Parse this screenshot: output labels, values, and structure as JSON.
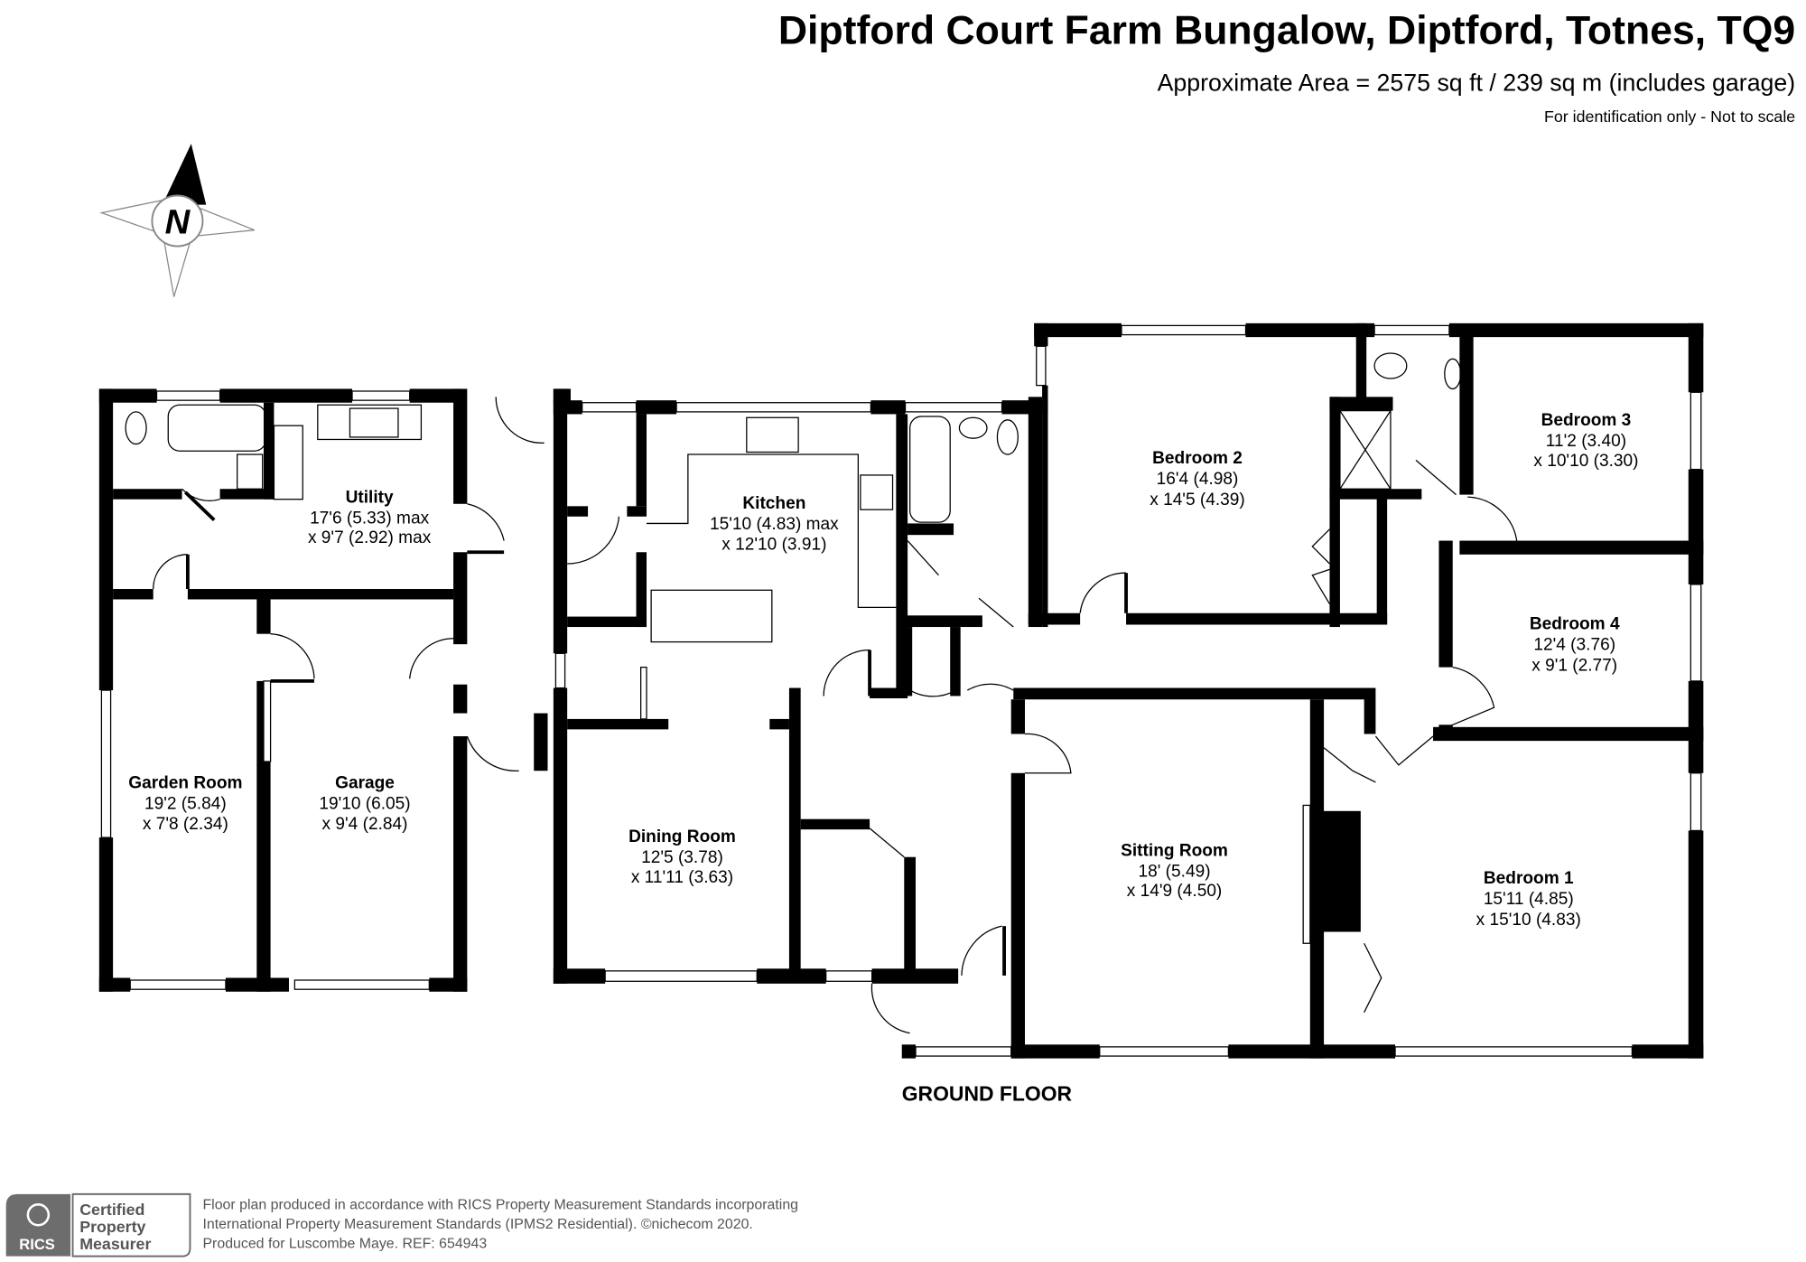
{
  "header": {
    "title": "Diptford Court Farm Bungalow, Diptford, Totnes, TQ9",
    "area": "Approximate Area = 2575 sq ft / 239 sq m (includes garage)",
    "disclaimer": "For identification only - Not to scale"
  },
  "compass": {
    "label": "N",
    "icon": "north-arrow-icon"
  },
  "floor_label": "GROUND FLOOR",
  "rooms": [
    {
      "name": "Utility",
      "dim1": "17'6 (5.33) max",
      "dim2": "x 9'7 (2.92) max"
    },
    {
      "name": "Kitchen",
      "dim1": "15'10 (4.83) max",
      "dim2": "x 12'10 (3.91)"
    },
    {
      "name": "Bedroom 2",
      "dim1": "16'4 (4.98)",
      "dim2": "x 14'5 (4.39)"
    },
    {
      "name": "Bedroom 3",
      "dim1": "11'2 (3.40)",
      "dim2": "x 10'10 (3.30)"
    },
    {
      "name": "Bedroom 4",
      "dim1": "12'4 (3.76)",
      "dim2": "x 9'1 (2.77)"
    },
    {
      "name": "Garden Room",
      "dim1": "19'2 (5.84)",
      "dim2": "x 7'8 (2.34)"
    },
    {
      "name": "Garage",
      "dim1": "19'10 (6.05)",
      "dim2": "x 9'4 (2.84)"
    },
    {
      "name": "Dining Room",
      "dim1": "12'5 (3.78)",
      "dim2": "x 11'11 (3.63)"
    },
    {
      "name": "Sitting Room",
      "dim1": "18' (5.49)",
      "dim2": "x 14'9 (4.50)"
    },
    {
      "name": "Bedroom 1",
      "dim1": "15'11 (4.85)",
      "dim2": "x 15'10 (4.83)"
    }
  ],
  "footer": {
    "badge_org": "RICS",
    "badge_line1": "Certified",
    "badge_line2": "Property",
    "badge_line3": "Measurer",
    "line1": "Floor plan produced in accordance with RICS Property Measurement Standards incorporating",
    "line2": "International Property Measurement Standards (IPMS2 Residential).   ©nichecom 2020.",
    "line3": "Produced for Luscombe Maye.   REF:  654943"
  }
}
